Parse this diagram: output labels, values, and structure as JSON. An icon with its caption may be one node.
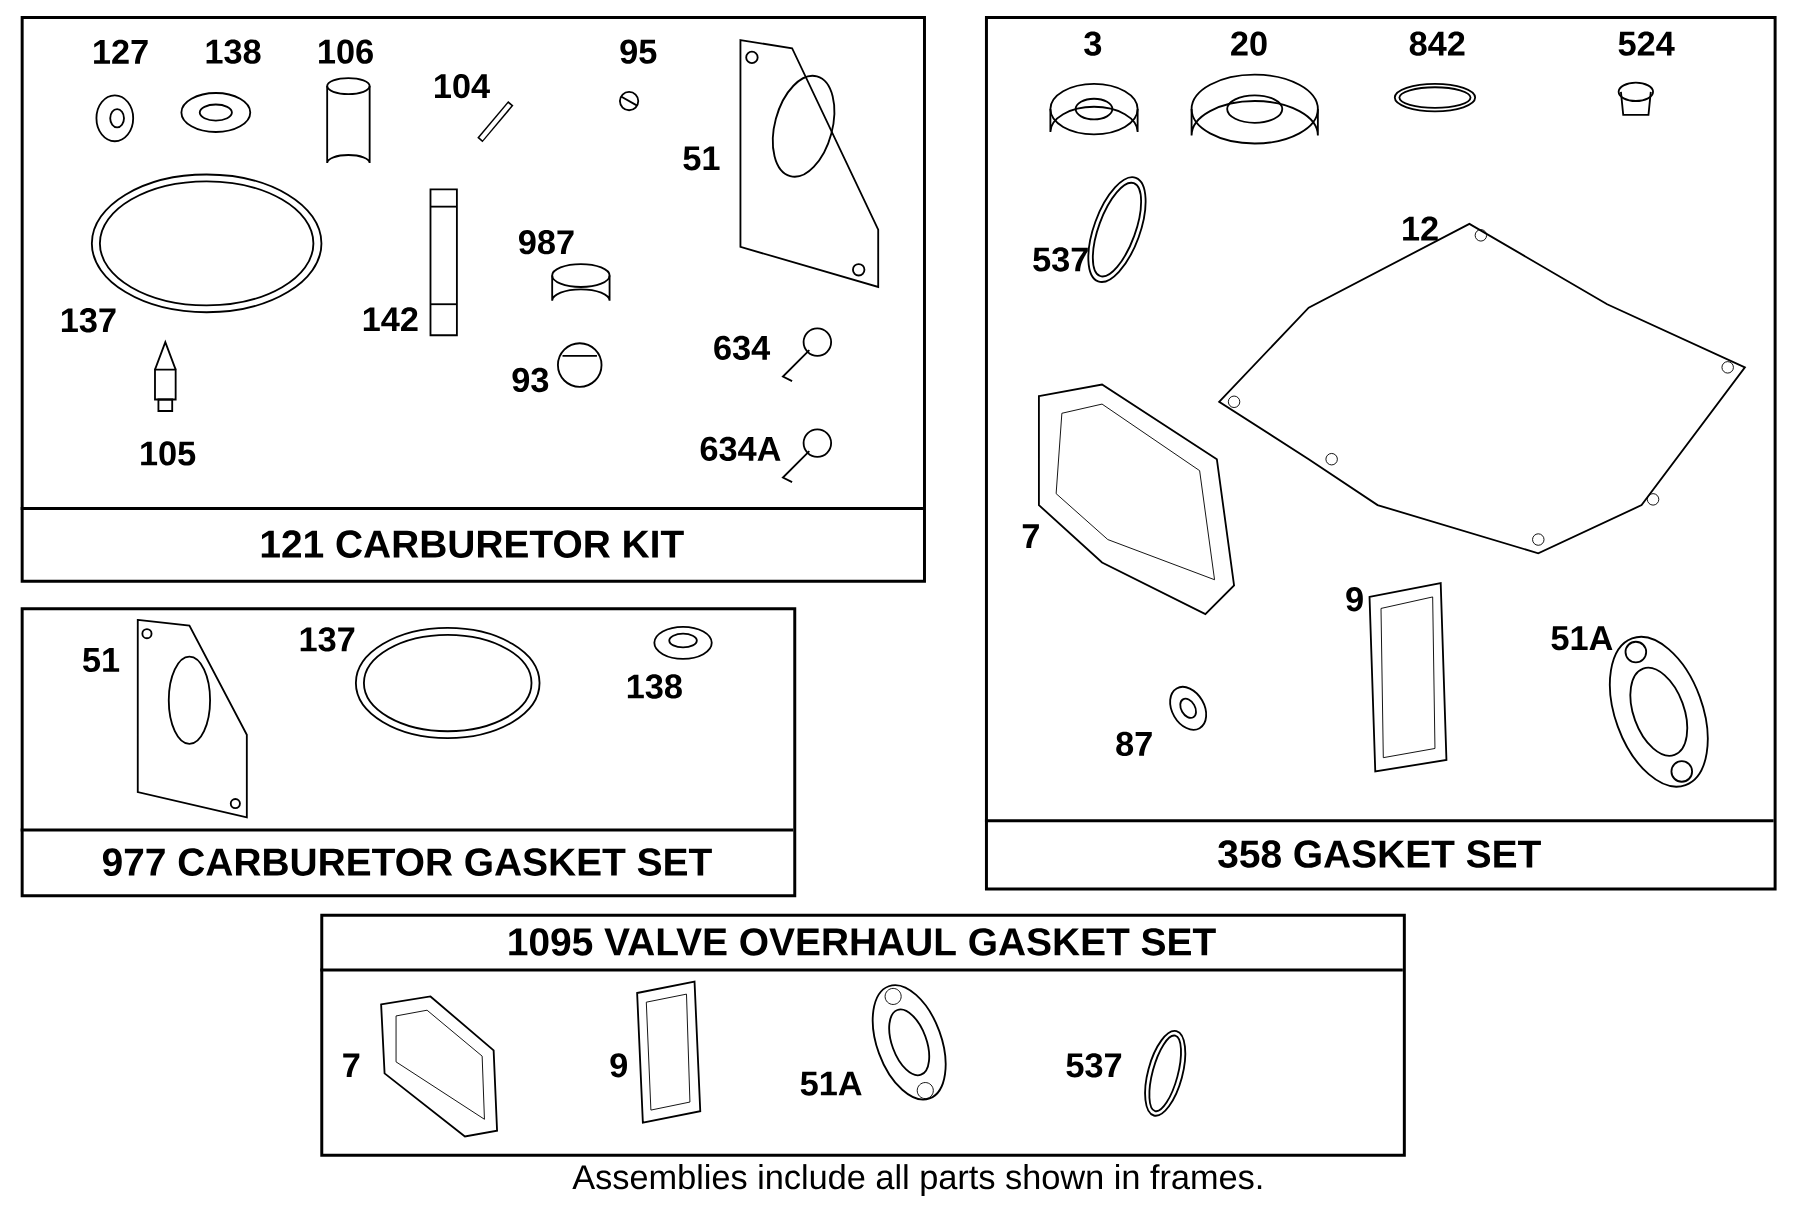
{
  "diagram": {
    "caption": "Assemblies include all parts shown in frames.",
    "nodes": [
      {
        "text": [
          "121 CARBURETOR KIT"
        ]
      },
      {
        "text": [
          "977 CARBURETOR GASKET SET"
        ]
      },
      {
        "text": [
          "358 GASKET SET"
        ]
      },
      {
        "text": [
          "1095 VALVE OVERHAUL GASKET SET"
        ]
      }
    ],
    "labels": [
      "127",
      "138",
      "106",
      "104",
      "95",
      "51",
      "987",
      "137",
      "142",
      "634",
      "93",
      "105",
      "634A",
      "51",
      "137",
      "138",
      "3",
      "20",
      "842",
      "524",
      "537",
      "12",
      "7",
      "9",
      "51A",
      "87",
      "7",
      "9",
      "51A",
      "537"
    ]
  }
}
